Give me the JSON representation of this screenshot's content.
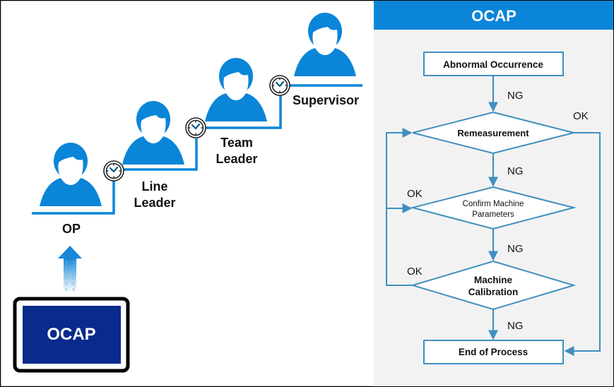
{
  "left": {
    "roles": [
      {
        "id": "op",
        "label_lines": [
          "OP"
        ]
      },
      {
        "id": "line-leader",
        "label_lines": [
          "Line",
          "Leader"
        ]
      },
      {
        "id": "team-leader",
        "label_lines": [
          "Team",
          "Leader"
        ]
      },
      {
        "id": "supervisor",
        "label_lines": [
          "Supervisor"
        ]
      }
    ],
    "ocap_box_label": "OCAP",
    "icons": {
      "person": "person-icon",
      "clock": "clock-icon",
      "arrow": "up-arrow-icon"
    }
  },
  "right": {
    "header_title": "OCAP",
    "nodes": {
      "start": "Abnormal Occurrence",
      "remeasure": "Remeasurement",
      "confirm_lines": [
        "Confirm Machine",
        "Parameters"
      ],
      "calibration_lines": [
        "Machine",
        "Calibration"
      ],
      "end": "End of Process"
    },
    "edge_labels": {
      "ng1": "NG",
      "ng2": "NG",
      "ng3": "NG",
      "ng4": "NG",
      "ok_remeasure": "OK",
      "ok_confirm": "OK",
      "ok_calibration": "OK"
    }
  },
  "colors": {
    "accent_blue": "#0a85d8",
    "flow_blue": "#3f8fc0",
    "navy": "#0a2a8c",
    "panel_bg": "#f2f2f2"
  }
}
